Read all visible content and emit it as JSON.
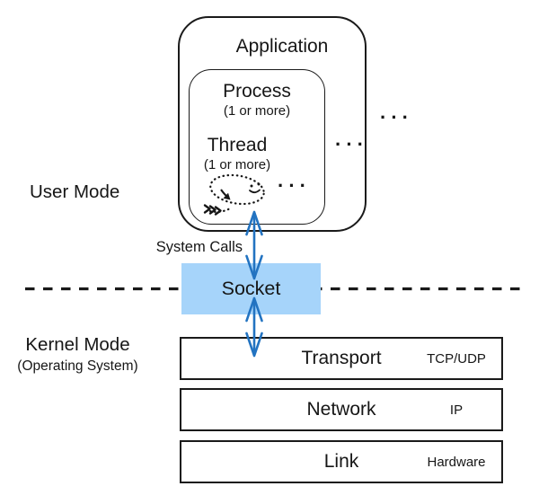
{
  "colors": {
    "accent_blue": "#2273c1",
    "socket_fill": "#a6d4fa",
    "ink": "#161616",
    "line": "#1a1a1a"
  },
  "user_mode": {
    "label": "User Mode"
  },
  "kernel_mode": {
    "label": "Kernel Mode",
    "sublabel": "(Operating System)"
  },
  "application": {
    "label": "Application",
    "process": {
      "label": "Process",
      "sublabel": "(1 or more)"
    },
    "thread": {
      "label": "Thread",
      "sublabel": "(1 or more)"
    },
    "thread_ellipsis": "···",
    "process_ellipsis": "···"
  },
  "application_ellipsis": "···",
  "system_calls": {
    "label": "System Calls"
  },
  "socket": {
    "label": "Socket"
  },
  "layers": [
    {
      "label": "Transport",
      "protocol": "TCP/UDP"
    },
    {
      "label": "Network",
      "protocol": "IP"
    },
    {
      "label": "Link",
      "protocol": "Hardware"
    }
  ]
}
